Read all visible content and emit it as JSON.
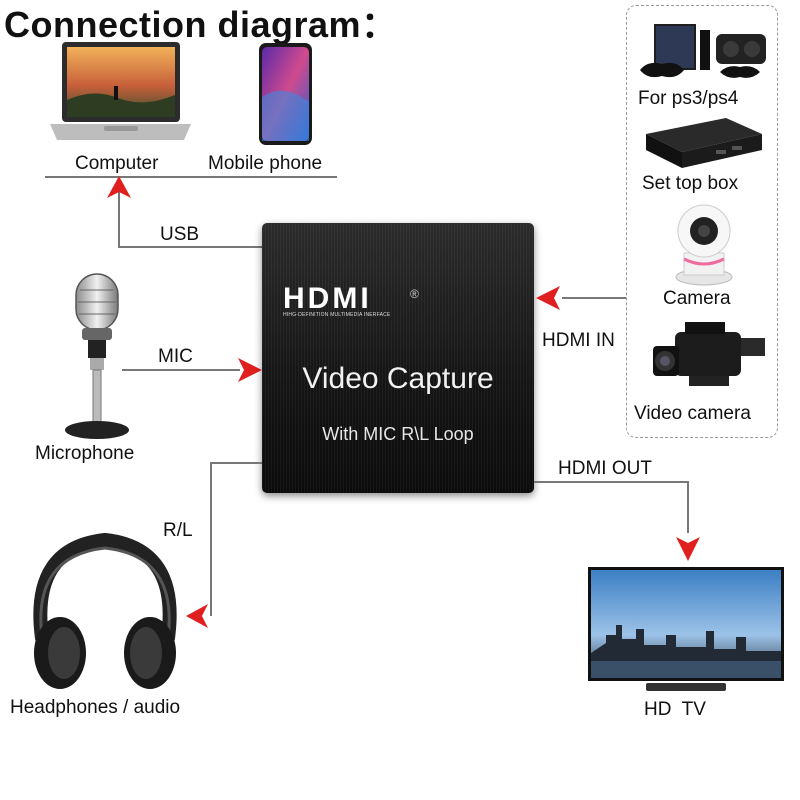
{
  "title": "Connection diagram：",
  "device": {
    "logo_text": "HDMI",
    "logo_mark": "®",
    "logo_subtitle": "HIHG-DEFINITION MULTIMEDIA INERFACE",
    "name": "Video Capture",
    "subtitle": "With MIC R\\L Loop"
  },
  "top_devices": {
    "computer": "Computer",
    "mobile_phone": "Mobile phone"
  },
  "connections": {
    "usb": "USB",
    "mic": "MIC",
    "rl": "R/L",
    "hdmi_in": "HDMI IN",
    "hdmi_out": "HDMI OUT"
  },
  "left_devices": {
    "microphone": "Microphone",
    "headphones": "Headphones / audio"
  },
  "sources": [
    "For ps3/ps4",
    "Set top box",
    "Camera",
    "Video camera"
  ],
  "tv": "HD  TV",
  "colors": {
    "arrow": "#e0201e",
    "line": "#777777",
    "device": "#141414"
  }
}
